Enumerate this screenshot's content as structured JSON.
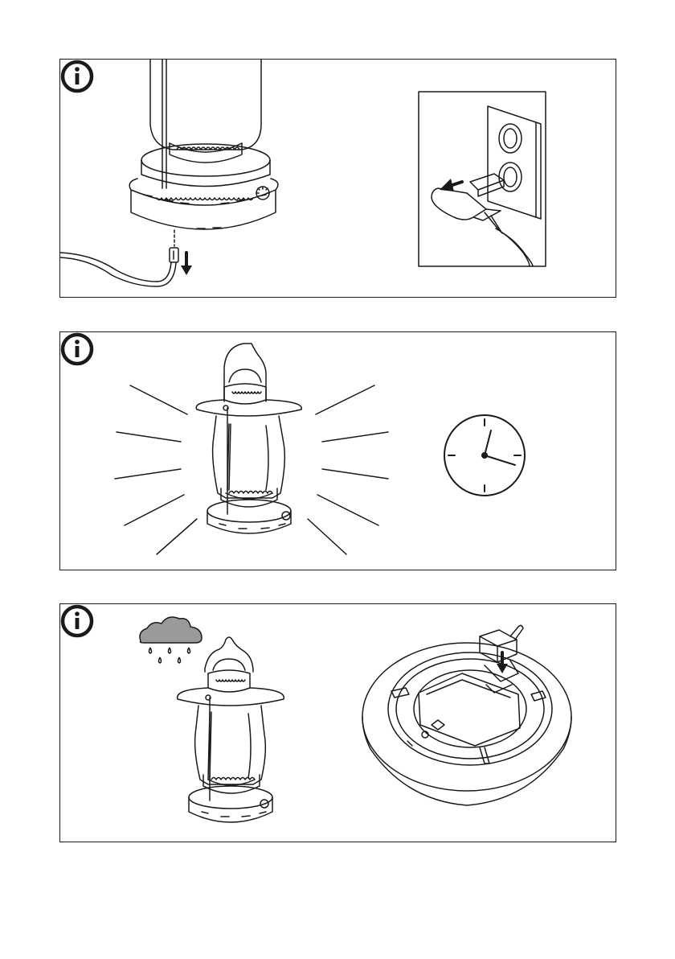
{
  "document": {
    "panels": [
      {
        "id": "panel-1",
        "info_icon": "info-icon",
        "illustrations": [
          "lantern-base-unplug",
          "wall-socket-unplug"
        ]
      },
      {
        "id": "panel-2",
        "info_icon": "info-icon",
        "illustrations": [
          "glowing-lantern",
          "clock-icon"
        ]
      },
      {
        "id": "panel-3",
        "info_icon": "info-icon",
        "illustrations": [
          "rain-cloud-icon",
          "lantern-in-rain",
          "base-underside-plug"
        ]
      }
    ]
  }
}
